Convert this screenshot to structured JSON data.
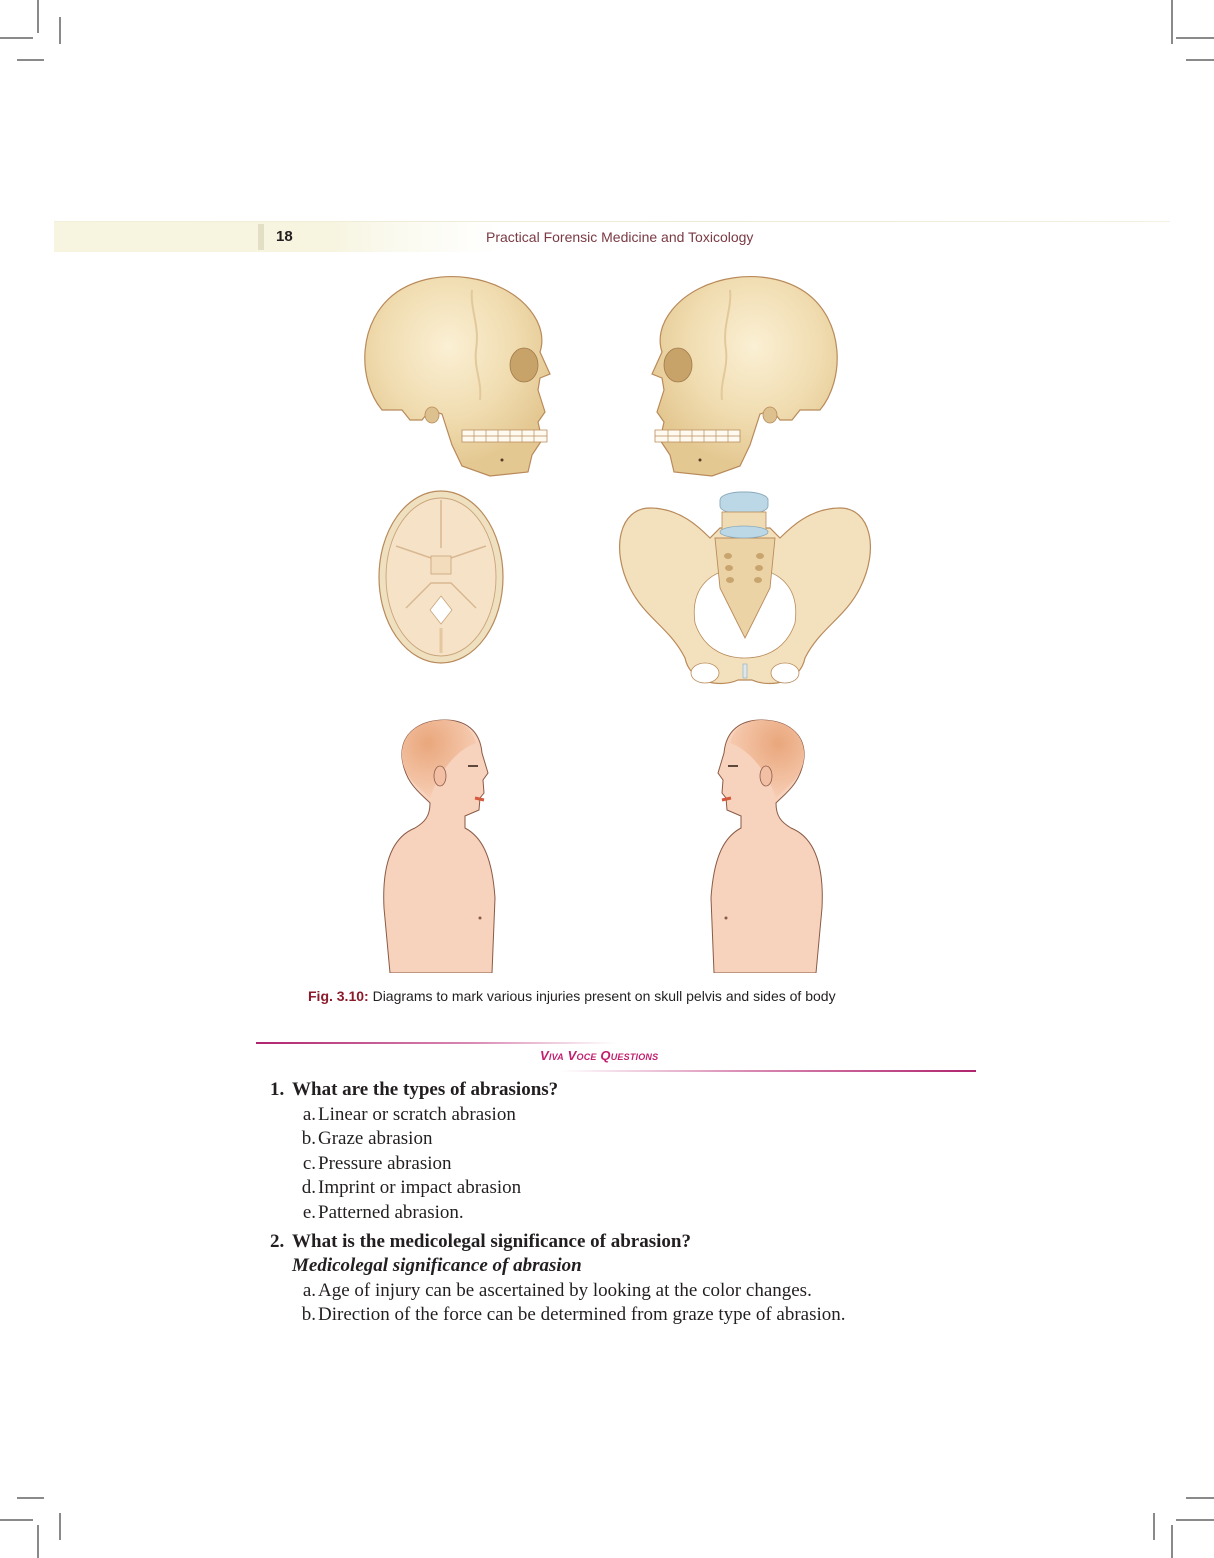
{
  "header": {
    "page_number": "18",
    "running_title": "Practical Forensic Medicine and Toxicology"
  },
  "figure": {
    "label": "Fig. 3.10:",
    "caption": " Diagrams to mark various injuries present on skull pelvis and sides of body",
    "panels": [
      {
        "name": "skull-lateral-right-facing"
      },
      {
        "name": "skull-lateral-left-facing"
      },
      {
        "name": "skull-base-superior-view"
      },
      {
        "name": "pelvis-anterior-view"
      },
      {
        "name": "body-profile-right-facing"
      },
      {
        "name": "body-profile-left-facing"
      }
    ]
  },
  "section": {
    "title": "Viva Voce Questions"
  },
  "questions": [
    {
      "number": "1.",
      "text": "What are the types of abrasions?",
      "answers": [
        {
          "marker": "a.",
          "text": "Linear or scratch abrasion"
        },
        {
          "marker": "b.",
          "text": "Graze abrasion"
        },
        {
          "marker": "c.",
          "text": "Pressure abrasion"
        },
        {
          "marker": "d.",
          "text": "Imprint or impact abrasion"
        },
        {
          "marker": "e.",
          "text": "Patterned abrasion."
        }
      ]
    },
    {
      "number": "2.",
      "text": "What is the medicolegal significance of abrasion?",
      "subheading": "Medicolegal significance of abrasion",
      "answers": [
        {
          "marker": "a.",
          "text": "Age of injury can be ascertained by looking at the color changes."
        },
        {
          "marker": "b.",
          "text": "Direction of the force can be determined from graze type of abrasion."
        }
      ]
    }
  ],
  "colors": {
    "header_title": "#7a3a44",
    "caption_label": "#8b1a2b",
    "section_accent": "#c2206f",
    "bone": "#f3e2bc",
    "bone_outline": "#b98a5a",
    "skin": "#f7cdb4",
    "skin_outline": "#8a5a45",
    "disc": "#bcd8e6"
  }
}
